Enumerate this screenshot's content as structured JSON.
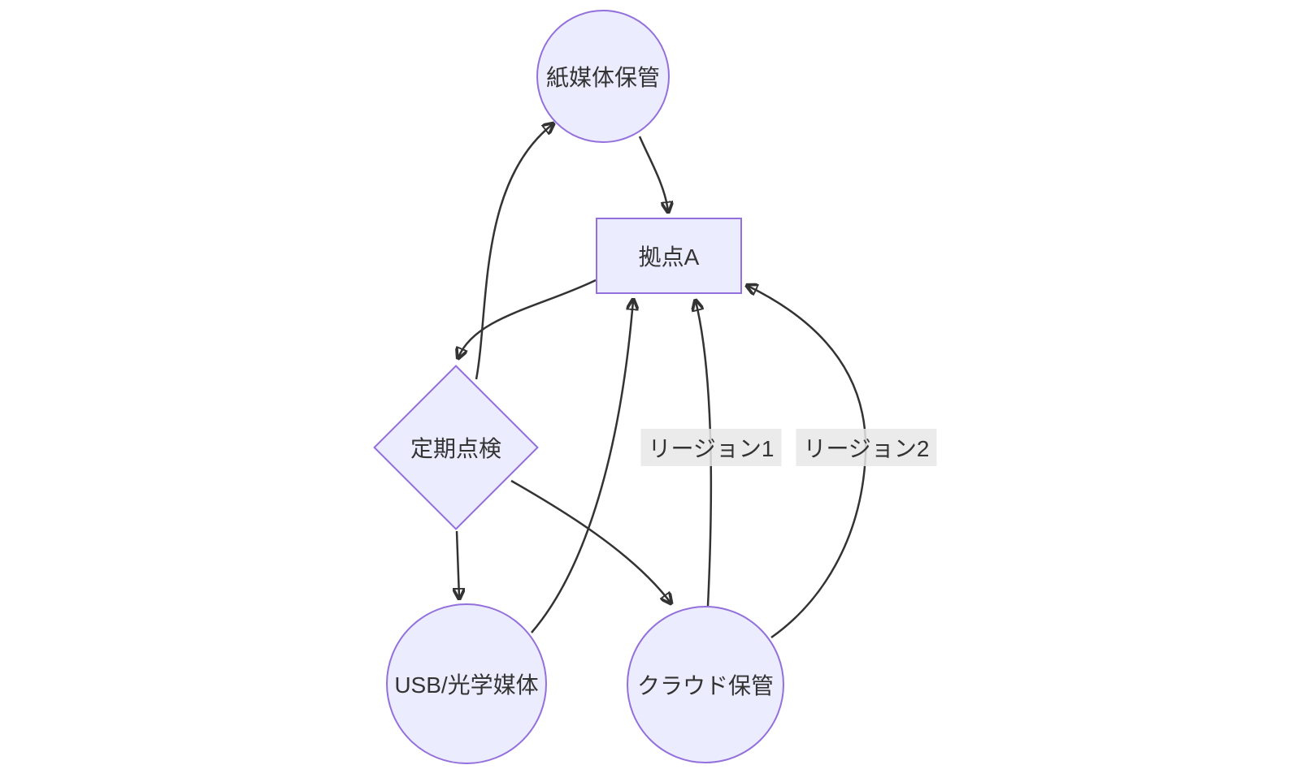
{
  "diagram": {
    "type": "flowchart",
    "background_color": "#ffffff",
    "node_fill_color": "#ECECFF",
    "node_border_color": "#9370DB",
    "edge_color": "#333333",
    "text_color": "#333333",
    "edge_label_bg_color": "#e8e8e8",
    "nodes": [
      {
        "id": "paper-storage",
        "shape": "circle",
        "label": "紙媒体保管"
      },
      {
        "id": "site-a",
        "shape": "rectangle",
        "label": "拠点A"
      },
      {
        "id": "periodic-inspection",
        "shape": "diamond",
        "label": "定期点検"
      },
      {
        "id": "usb-optical-media",
        "shape": "circle",
        "label": "USB/光学媒体"
      },
      {
        "id": "cloud-storage",
        "shape": "circle",
        "label": "クラウド保管"
      }
    ],
    "edges": [
      {
        "from": "紙媒体保管",
        "to": "拠点A",
        "label": ""
      },
      {
        "from": "拠点A",
        "to": "定期点検",
        "label": ""
      },
      {
        "from": "定期点検",
        "to": "紙媒体保管",
        "label": ""
      },
      {
        "from": "定期点検",
        "to": "USB/光学媒体",
        "label": ""
      },
      {
        "from": "定期点検",
        "to": "クラウド保管",
        "label": ""
      },
      {
        "from": "USB/光学媒体",
        "to": "拠点A",
        "label": ""
      },
      {
        "from": "クラウド保管",
        "to": "拠点A",
        "label": "リージョン1"
      },
      {
        "from": "クラウド保管",
        "to": "拠点A",
        "label": "リージョン2"
      }
    ]
  }
}
